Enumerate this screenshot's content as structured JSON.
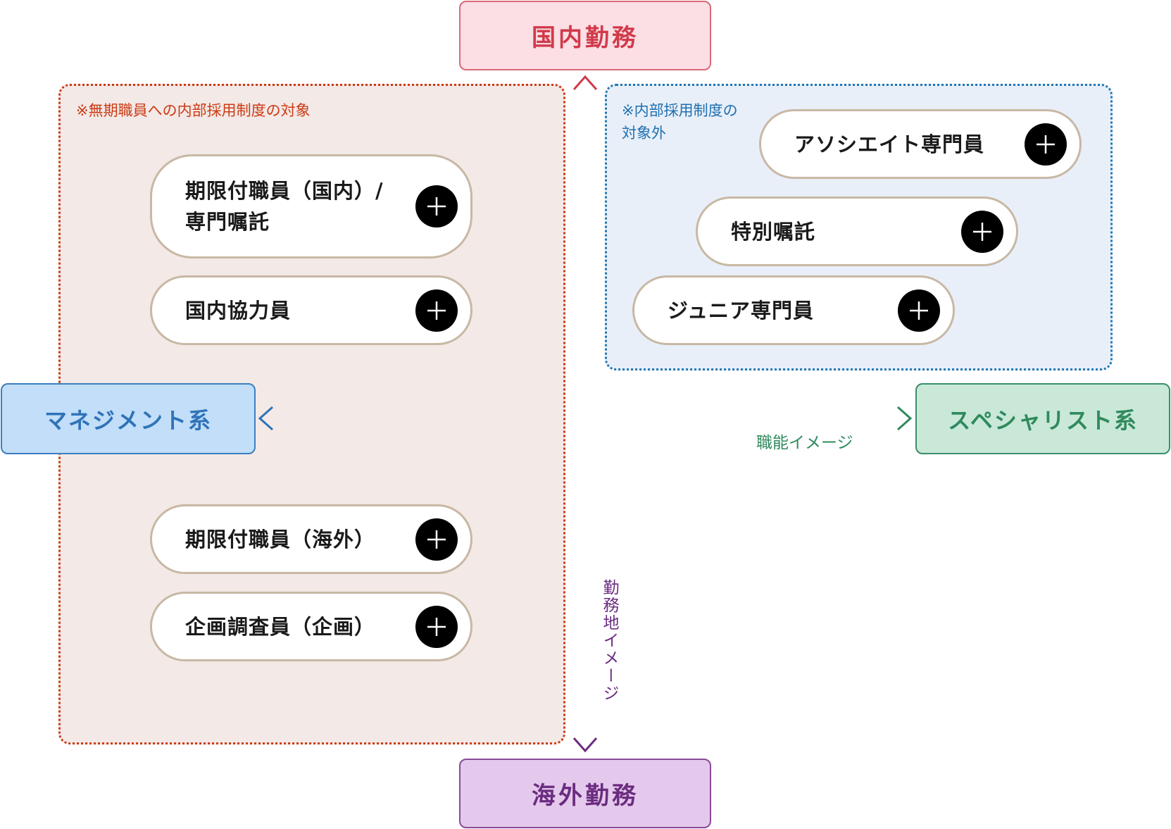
{
  "axes": {
    "top": "国内勤務",
    "bottom": "海外勤務",
    "left": "マネジメント系",
    "right": "スペシャリスト系",
    "horizontal_label": "職能イメージ",
    "vertical_label": "勤務地イメージ"
  },
  "regions": {
    "left_note": "※無期職員への内部採用制度の対象",
    "right_note_lines": [
      "※内部採用制度の",
      "対象外"
    ]
  },
  "roles": {
    "fixed_term_domestic_lines": [
      "期限付職員（国内）/",
      "専門嘱託"
    ],
    "domestic_cooperator": "国内協力員",
    "fixed_term_overseas": "期限付職員（海外）",
    "planning_researcher": "企画調査員（企画）",
    "associate_specialist": "アソシエイト専門員",
    "special_contract": "特別嘱託",
    "junior_specialist": "ジュニア専門員"
  },
  "colors": {
    "domestic": "#d13a4a",
    "overseas": "#6b2c80",
    "management": "#2f73b8",
    "specialist": "#2f8a5c",
    "left_region_border": "#cc3a14",
    "right_region_border": "#1f77b4"
  },
  "icons": {
    "expand": "plus-icon"
  }
}
